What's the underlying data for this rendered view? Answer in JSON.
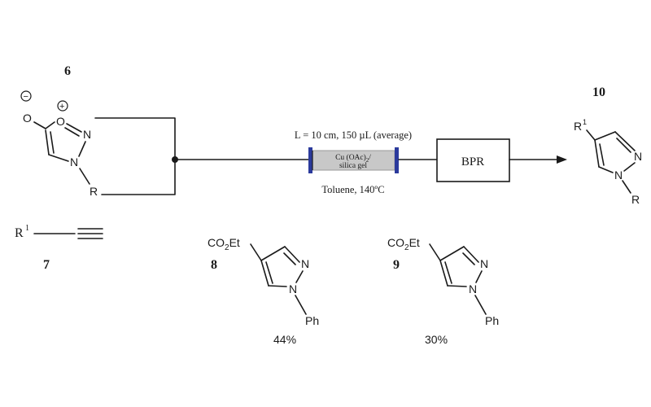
{
  "labels": {
    "compound_6": "6",
    "compound_7": "7",
    "compound_8": "8",
    "compound_9": "9",
    "compound_10": "10"
  },
  "atoms": {
    "minus": "−",
    "plus": "+",
    "O": "O",
    "N": "N",
    "R": "R",
    "R1": "R",
    "sup1": "1",
    "CO2Et_main": "CO",
    "CO2Et_sub": "2",
    "CO2Et_end": "Et",
    "Ph": "Ph"
  },
  "reactor": {
    "condition_top": "L = 10 cm, 150 µL (average)",
    "column_line1": "Cu (OAc)",
    "column_line1_sub": "2",
    "column_line1_end": "/",
    "column_line2": "silica gel",
    "condition_bottom": "Toluene, 140ºC",
    "bpr_label": "BPR"
  },
  "yields": {
    "yield_8": "44%",
    "yield_9": "30%"
  },
  "colors": {
    "ink": "#1a1a1a",
    "column_fill": "#c8c8c8",
    "column_endcap": "#2b3a9c"
  }
}
